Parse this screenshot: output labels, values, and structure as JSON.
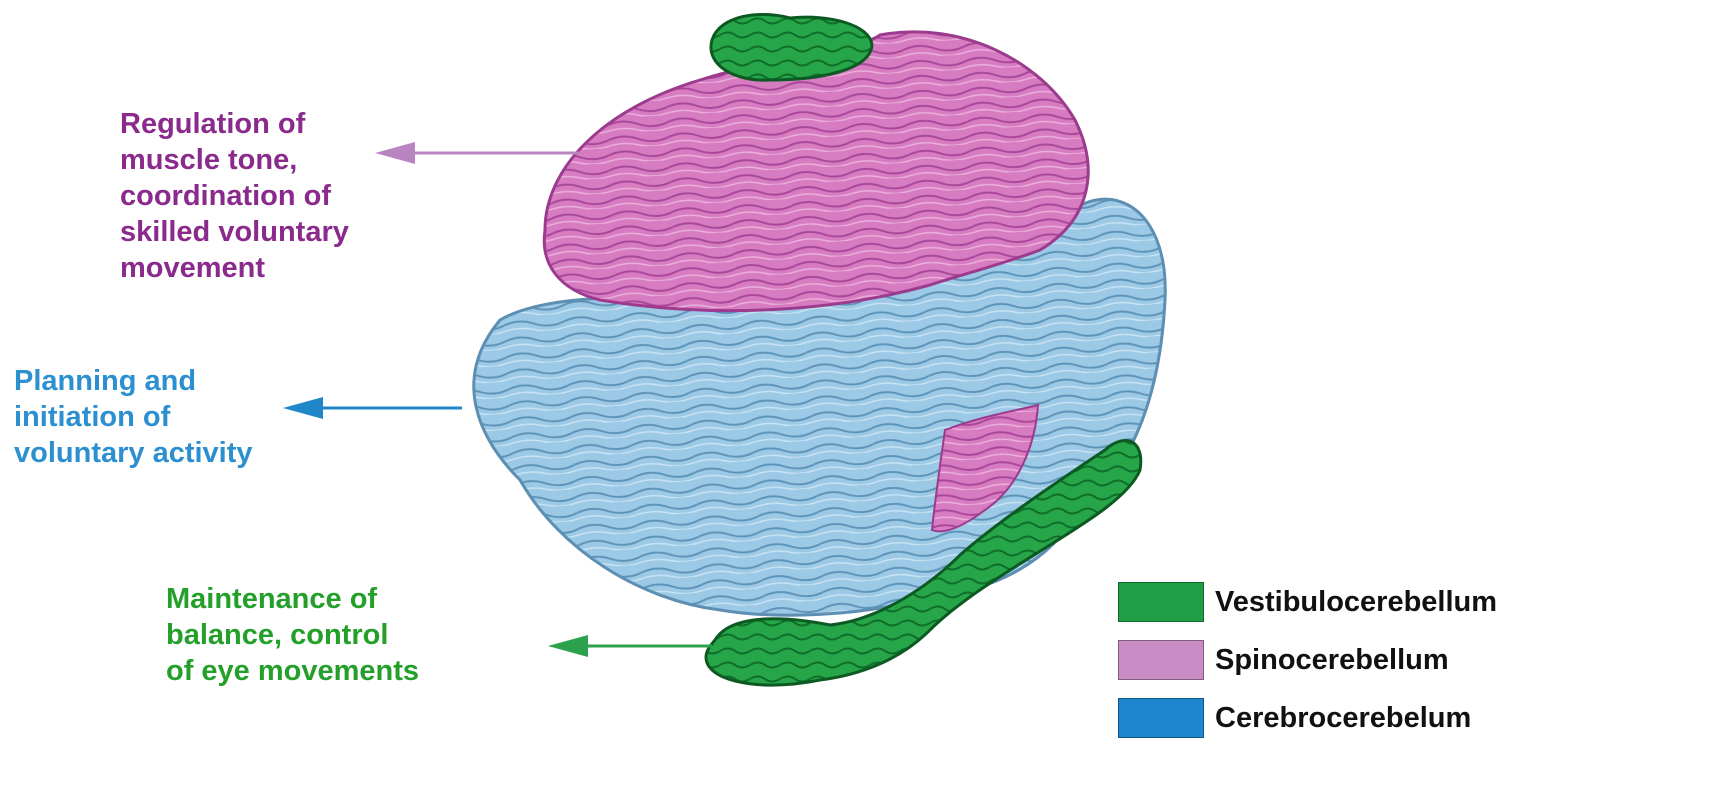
{
  "colors": {
    "vestibulo": "#1e9a3c",
    "spino": "#c85aa8",
    "cerebro": "#7fb7dc",
    "label_spino": "#8a2a8c",
    "label_cerebro": "#2b8fd0",
    "label_vestib": "#24a02a",
    "arrow_spino": "#b884c2",
    "arrow_cerebro": "#1f86c9",
    "arrow_vestib": "#2aa14a"
  },
  "annotations": {
    "spino": [
      "Regulation of",
      "muscle tone,",
      "coordination of",
      "skilled voluntary",
      "movement"
    ],
    "cerebro": [
      "Planning and",
      "initiation of",
      "voluntary activity"
    ],
    "vestib": [
      "Maintenance of",
      "balance, control",
      "of eye movements"
    ]
  },
  "legend": [
    {
      "label": "Vestibulocerebellum",
      "swatch_color": "#1f9f45"
    },
    {
      "label": "Spinocerebellum",
      "swatch_color": "#c98cc4"
    },
    {
      "label": "Cerebrocerebelum",
      "swatch_color": "#1c86cf"
    }
  ]
}
